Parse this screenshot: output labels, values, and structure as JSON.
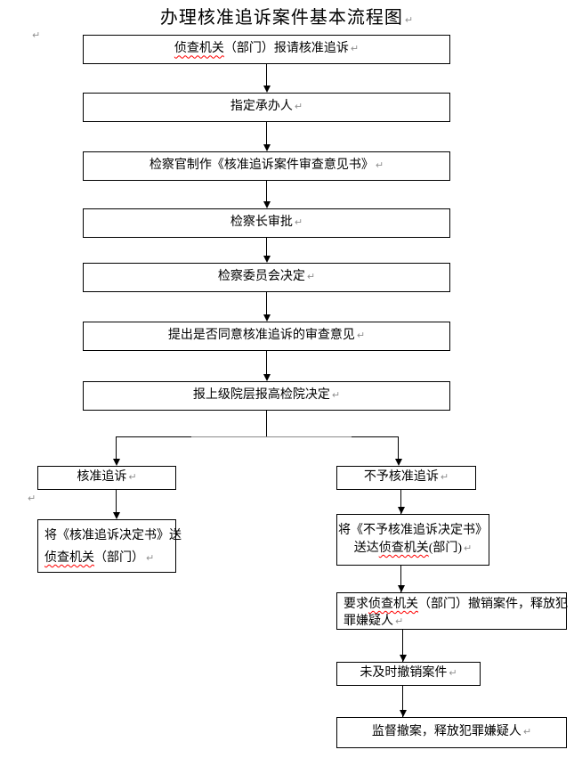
{
  "title": "办理核准追诉案件基本流程图",
  "pilcrow_mark": "↵",
  "colors": {
    "background": "#ffffff",
    "text": "#000000",
    "box_border": "#000000",
    "connector_line": "#000000",
    "connector_gray_segment": "#8a8a8a",
    "spellcheck_underline": "#ff0000",
    "paragraph_mark": "#909090"
  },
  "diagram_type": "flowchart",
  "nodes": {
    "report": {
      "marked": "侦查机关",
      "post": "（部门）报请核准追诉"
    },
    "assign": {
      "text": "指定承办人"
    },
    "draft_opinion": {
      "text": "检察官制作《核准追诉案件审查意见书》"
    },
    "chief_approval": {
      "text": "检察长审批"
    },
    "committee_decision": {
      "text": "检察委员会决定"
    },
    "review_opinion": {
      "text": "提出是否同意核准追诉的审查意见"
    },
    "report_higher": {
      "text": "报上级院层报高检院决定"
    },
    "approve": {
      "text": "核准追诉"
    },
    "deny": {
      "text": "不予核准追诉"
    },
    "approve_send": {
      "line1": "将《核准追诉决定书》送",
      "line2_marked": "侦查机关",
      "line2_post": "（部门）"
    },
    "deny_send": {
      "line1": "将《不予核准追诉决定书》",
      "line2_pre": "送达",
      "line2_marked": "侦查机关",
      "line2_post": "(部门)"
    },
    "withdraw_request": {
      "pre": "要求",
      "marked": "侦查机关",
      "post": "（部门）撤销案件，释放犯",
      "line2": "罪嫌疑人"
    },
    "not_withdrawn": {
      "text": "未及时撤销案件"
    },
    "supervise": {
      "text": "监督撤案，释放犯罪嫌疑人"
    }
  }
}
